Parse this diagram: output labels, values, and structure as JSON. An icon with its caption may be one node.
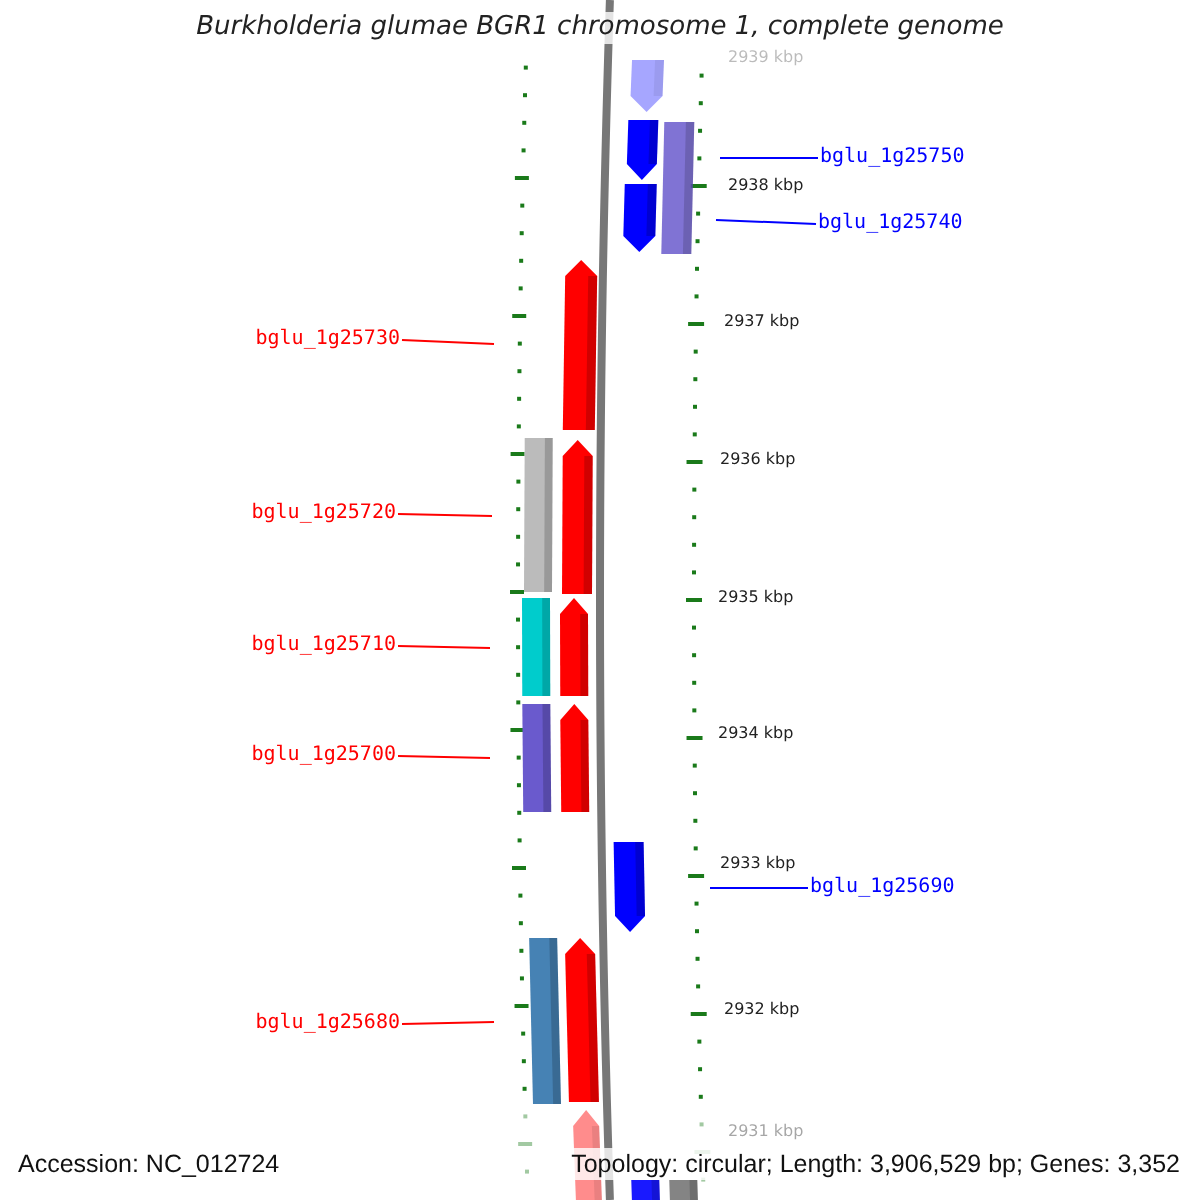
{
  "diagram": {
    "title": "Burkholderia glumae BGR1 chromosome 1, complete genome",
    "nodes": [
      {
        "text": [
          "bglu_1g25750"
        ]
      },
      {
        "text": [
          "bglu_1g25740"
        ]
      },
      {
        "text": [
          "bglu_1g25730"
        ]
      },
      {
        "text": [
          "bglu_1g25720"
        ]
      },
      {
        "text": [
          "bglu_1g25710"
        ]
      },
      {
        "text": [
          "bglu_1g25700"
        ]
      },
      {
        "text": [
          "bglu_1g25690"
        ]
      },
      {
        "text": [
          "bglu_1g25680"
        ]
      }
    ],
    "edges": [
      {
        "from": 0,
        "to": null,
        "arrow": "none",
        "color": "#0000ff"
      },
      {
        "from": 1,
        "to": null,
        "arrow": "none",
        "color": "#0000ff"
      },
      {
        "from": 2,
        "to": null,
        "arrow": "none"
      },
      {
        "from": 3,
        "to": null,
        "arrow": "none"
      },
      {
        "from": 4,
        "to": null,
        "arrow": "none"
      },
      {
        "from": 5,
        "to": null,
        "arrow": "none"
      },
      {
        "from": 6,
        "to": null,
        "arrow": "none",
        "color": "#0000ff"
      },
      {
        "from": 7,
        "to": null,
        "arrow": "none"
      }
    ],
    "labels": [
      "2939 kbp",
      "2938 kbp",
      "2937 kbp",
      "2936 kbp",
      "2935 kbp",
      "2934 kbp",
      "2933 kbp",
      "2932 kbp",
      "2931 kbp",
      "Accession: NC_012724",
      "Topology: circular; Length: 3,906,529 bp; Genes: 3,352"
    ]
  }
}
